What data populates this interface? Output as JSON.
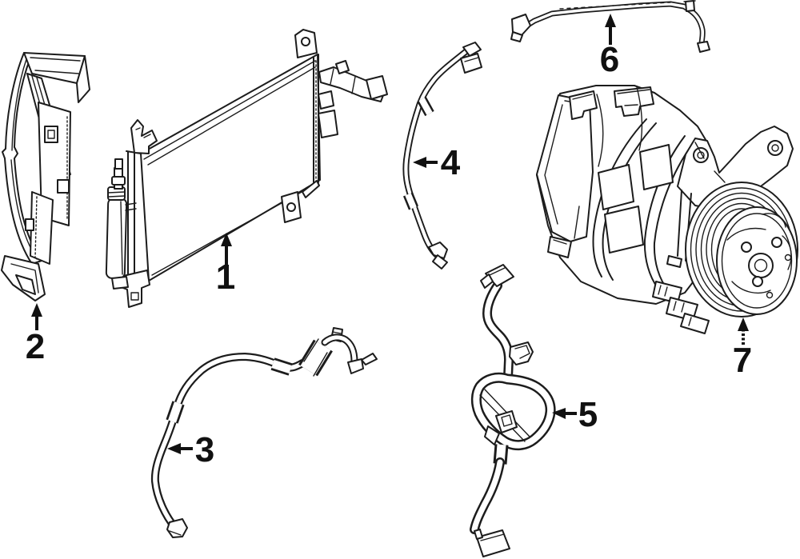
{
  "diagram": {
    "background_color": "#ffffff",
    "line_color": "#1c1c1c",
    "callout_color": "#111111"
  },
  "callouts": [
    {
      "number": "1"
    },
    {
      "number": "2"
    },
    {
      "number": "3"
    },
    {
      "number": "4"
    },
    {
      "number": "5"
    },
    {
      "number": "6"
    },
    {
      "number": "7"
    }
  ]
}
